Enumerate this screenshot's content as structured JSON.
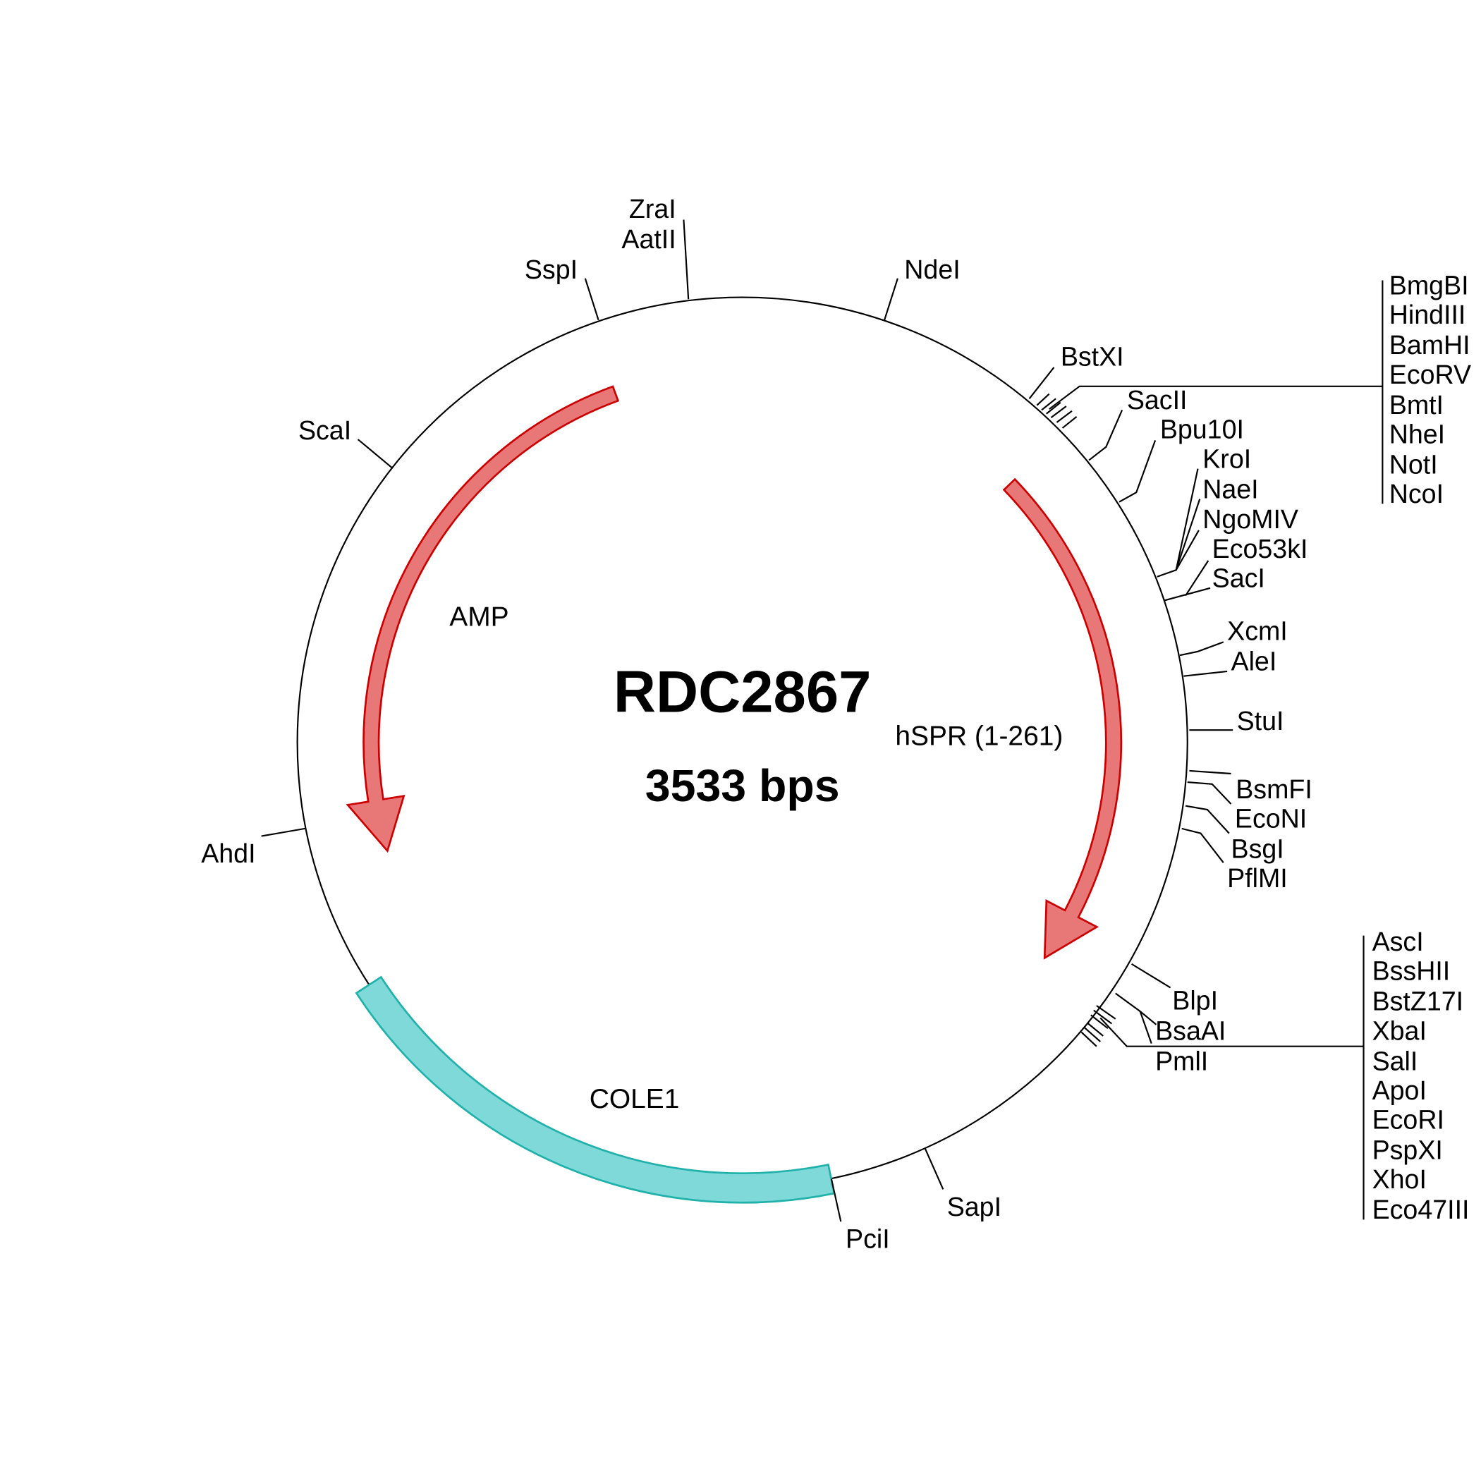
{
  "title": "RDC2867",
  "size_label": "3533 bps",
  "features": {
    "amp": {
      "label": "AMP",
      "color": "#e87878",
      "stroke": "#cc0000"
    },
    "hspr": {
      "label": "hSPR (1-261)",
      "color": "#e87878",
      "stroke": "#cc0000"
    },
    "cole1": {
      "label": "COLE1",
      "color": "#7fd9d9",
      "stroke": "#20b2aa"
    }
  },
  "sites": {
    "zrai": "ZraI",
    "aatii": "AatII",
    "sspi": "SspI",
    "ndei": "NdeI",
    "bstxi": "BstXI",
    "group1": [
      "BmgBI",
      "HindIII",
      "BamHI",
      "EcoRV",
      "BmtI",
      "NheI",
      "NotI",
      "NcoI"
    ],
    "sacii": "SacII",
    "bpu10i": "Bpu10I",
    "kroi": "KroI",
    "naei": "NaeI",
    "ngomiv": "NgoMIV",
    "eco53ki": "Eco53kI",
    "saci": "SacI",
    "xcmi": "XcmI",
    "alei": "AleI",
    "stui": "StuI",
    "bsmfi": "BsmFI",
    "econi": "EcoNI",
    "bsgi": "BsgI",
    "pflmi": "PflMI",
    "blpi": "BlpI",
    "bsaai": "BsaAI",
    "pmli": "PmlI",
    "group2": [
      "AscI",
      "BssHII",
      "BstZ17I",
      "XbaI",
      "SalI",
      "ApoI",
      "EcoRI",
      "PspXI",
      "XhoI",
      "Eco47III"
    ],
    "sapi": "SapI",
    "pcii": "PciI",
    "ahdi": "AhdI",
    "scai": "ScaI"
  }
}
